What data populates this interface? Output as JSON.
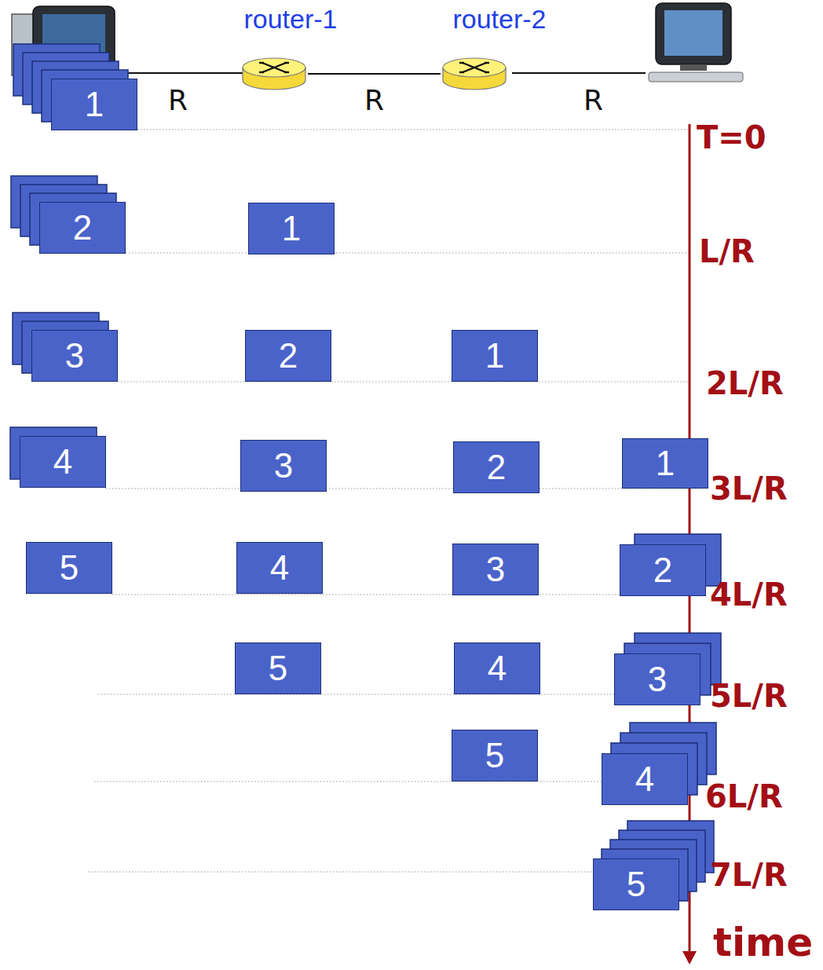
{
  "diagram": {
    "nodes": [
      {
        "text": [
          "router-1"
        ]
      },
      {
        "text": [
          "router-2"
        ]
      },
      {
        "text": [
          "1"
        ]
      },
      {
        "text": [
          "2"
        ]
      },
      {
        "text": [
          "1"
        ]
      },
      {
        "text": [
          "3"
        ]
      },
      {
        "text": [
          "2"
        ]
      },
      {
        "text": [
          "1"
        ]
      },
      {
        "text": [
          "4"
        ]
      },
      {
        "text": [
          "3"
        ]
      },
      {
        "text": [
          "2"
        ]
      },
      {
        "text": [
          "1"
        ]
      },
      {
        "text": [
          "5"
        ]
      },
      {
        "text": [
          "4"
        ]
      },
      {
        "text": [
          "3"
        ]
      },
      {
        "text": [
          "2"
        ]
      },
      {
        "text": [
          "5"
        ]
      },
      {
        "text": [
          "4"
        ]
      },
      {
        "text": [
          "3"
        ]
      },
      {
        "text": [
          "5"
        ]
      },
      {
        "text": [
          "4"
        ]
      },
      {
        "text": [
          "5"
        ]
      }
    ],
    "edges": [
      {
        "from": 0,
        "to": 1,
        "arrow": "none",
        "label": "R"
      }
    ],
    "labels": [
      "R",
      "R",
      "T=0",
      "L/R",
      "2L/R",
      "3L/R",
      "4L/R",
      "5L/R",
      "6L/R",
      "7L/R",
      "time"
    ]
  }
}
